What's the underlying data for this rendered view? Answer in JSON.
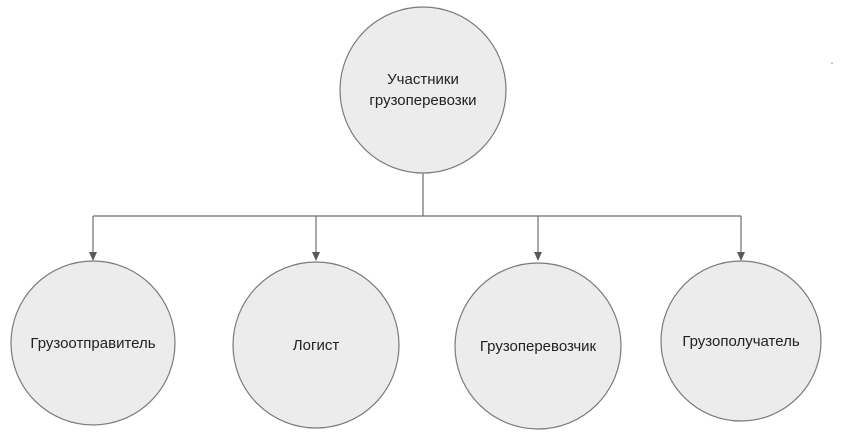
{
  "diagram": {
    "root": {
      "id": "participants",
      "label_lines": [
        "Участники",
        "грузоперевозки"
      ]
    },
    "children": [
      {
        "id": "shipper",
        "label": "Грузоотправитель"
      },
      {
        "id": "logist",
        "label": "Логист"
      },
      {
        "id": "carrier",
        "label": "Грузоперевозчик"
      },
      {
        "id": "consignee",
        "label": "Грузополучатель"
      }
    ]
  }
}
